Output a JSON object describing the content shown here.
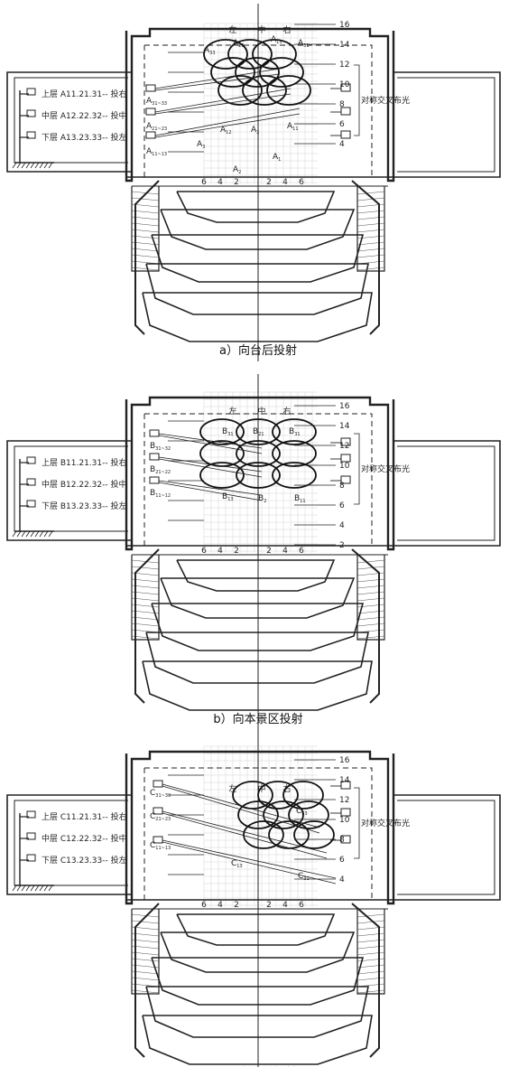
{
  "panels": [
    {
      "id": "a",
      "caption": "a）向台后投射",
      "zones": [
        "左",
        "中",
        "右"
      ],
      "left_numbers": [
        "6",
        "4",
        "2"
      ],
      "right_numbers": [
        "2",
        "4",
        "6"
      ],
      "depth_numbers": [
        "16",
        "14",
        "12",
        "10",
        "8",
        "6",
        "4"
      ],
      "side_note": "对称交叉布光",
      "legend": [
        "上层 A11.21.31-- 投右",
        "中层 A12.22.32-- 投中",
        "下层 A13.23.33-- 投左"
      ],
      "fixture_labels": [
        {
          "main": "A",
          "sub": "31~33"
        },
        {
          "main": "A",
          "sub": "21~23"
        },
        {
          "main": "A",
          "sub": "11~13"
        }
      ],
      "area_labels": [
        {
          "main": "A",
          "sub": "33"
        },
        {
          "main": "A",
          "sub": "23"
        },
        {
          "main": "A",
          "sub": "13"
        },
        {
          "main": "A",
          "sub": "31"
        },
        {
          "main": "A",
          "sub": "11"
        },
        {
          "main": "A",
          "sub": "12"
        },
        {
          "main": "A",
          "sub": "2"
        },
        {
          "main": "A",
          "sub": "3"
        },
        {
          "main": "A",
          "sub": "1"
        },
        {
          "main": "A",
          "sub": "2"
        }
      ]
    },
    {
      "id": "b",
      "caption": "b）向本景区投射",
      "zones": [
        "左",
        "中",
        "右"
      ],
      "left_numbers": [
        "6",
        "4",
        "2"
      ],
      "right_numbers": [
        "2",
        "4",
        "6"
      ],
      "depth_numbers": [
        "16",
        "14",
        "12",
        "10",
        "8",
        "6",
        "4",
        "2"
      ],
      "side_note": "对称交叉布光",
      "legend": [
        "上层 B11.21.31-- 投右",
        "中层 B12.22.32-- 投中",
        "下层 B13.23.33-- 投左"
      ],
      "fixture_labels": [
        {
          "main": "B",
          "sub": "31~32"
        },
        {
          "main": "B",
          "sub": "21~22"
        },
        {
          "main": "B",
          "sub": "11~12"
        }
      ],
      "area_labels": [
        {
          "main": "B",
          "sub": "31"
        },
        {
          "main": "B",
          "sub": "21"
        },
        {
          "main": "B",
          "sub": "31"
        },
        {
          "main": "B",
          "sub": "13"
        },
        {
          "main": "B",
          "sub": "2"
        },
        {
          "main": "B",
          "sub": "11"
        }
      ]
    },
    {
      "id": "c",
      "caption": "c）向台前投射",
      "zones": [
        "左",
        "中",
        "右"
      ],
      "left_numbers": [
        "6",
        "4",
        "2"
      ],
      "right_numbers": [
        "2",
        "4",
        "6"
      ],
      "depth_numbers": [
        "16",
        "14",
        "12",
        "10",
        "8",
        "6",
        "4"
      ],
      "side_note": "对称交叉布光",
      "legend": [
        "上层 C11.21.31-- 投右",
        "中层 C12.22.32-- 投中",
        "下层 C13.23.33-- 投左"
      ],
      "fixture_labels": [
        {
          "main": "C",
          "sub": "31~33"
        },
        {
          "main": "C",
          "sub": "21~23"
        },
        {
          "main": "C",
          "sub": "11~13"
        }
      ],
      "area_labels": [
        {
          "main": "C",
          "sub": "33"
        },
        {
          "main": "C",
          "sub": "13"
        },
        {
          "main": "C",
          "sub": "31"
        }
      ]
    }
  ]
}
